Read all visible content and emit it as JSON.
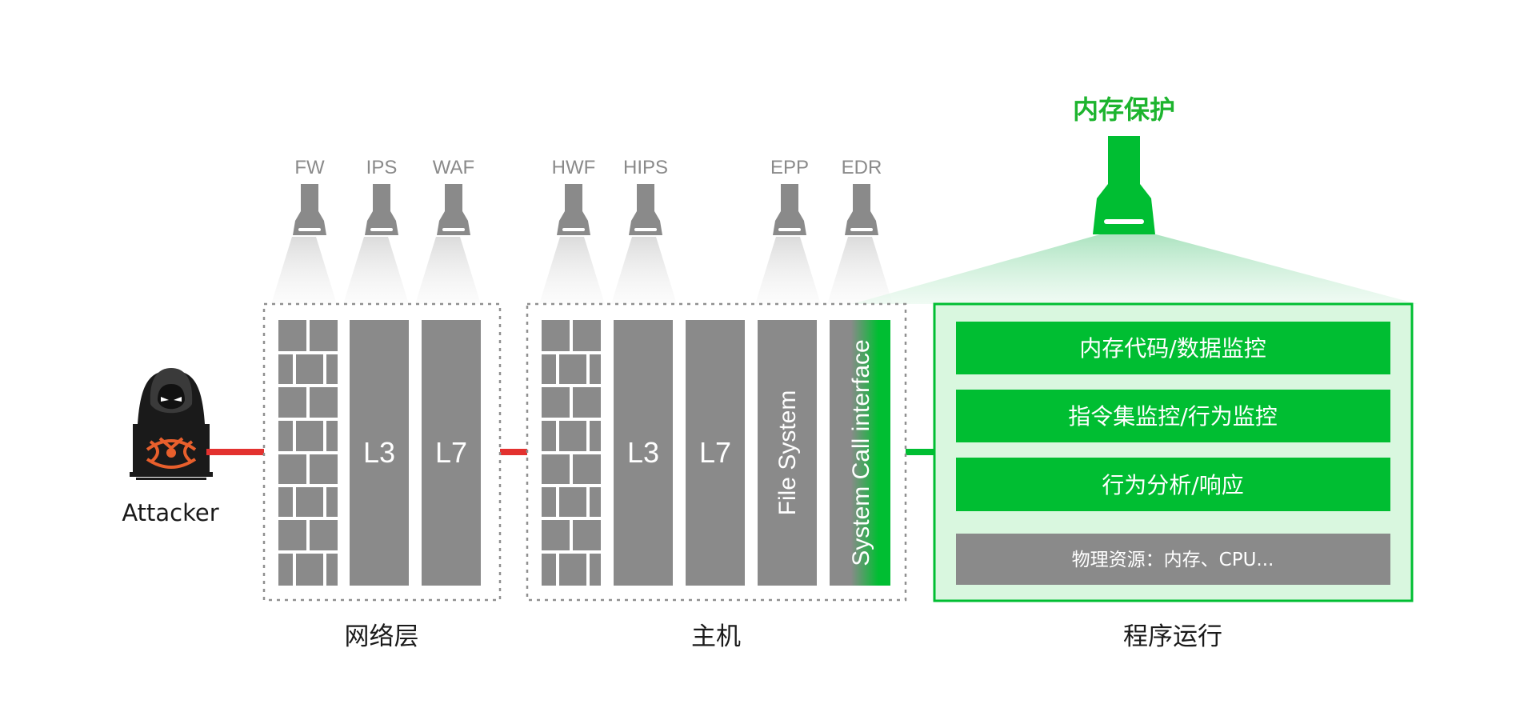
{
  "network": {
    "tool_labels": [
      "FW",
      "IPS",
      "WAF"
    ],
    "blocks": [
      "L3",
      "L7"
    ],
    "section_label": "网络层"
  },
  "host": {
    "tool_labels": [
      "HWF",
      "HIPS",
      "EPP",
      "EDR"
    ],
    "blocks": [
      "L3",
      "L7"
    ],
    "file_system": "File System",
    "syscall": "System Call interface",
    "section_label": "主机"
  },
  "runtime": {
    "spotlight_label": "内存保护",
    "bars": [
      "内存代码/数据监控",
      "指令集监控/行为监控",
      "行为分析/响应"
    ],
    "resource_bar": "物理资源：内存、CPU...",
    "section_label": "程序运行"
  },
  "attacker": {
    "label": "Attacker"
  },
  "colors": {
    "green": "#00be32",
    "light_green": "#d9f7df",
    "gray_block": "#8a8a8a",
    "attack_red": "#e3312f",
    "spotlight_gray": "#8a8a8a",
    "spotlight_green": "#00be32"
  },
  "icons": {
    "attacker": "hooded-hacker-laptop-icon",
    "spotlight": "spotlight-icon",
    "brick_wall": "brick-wall-icon"
  }
}
